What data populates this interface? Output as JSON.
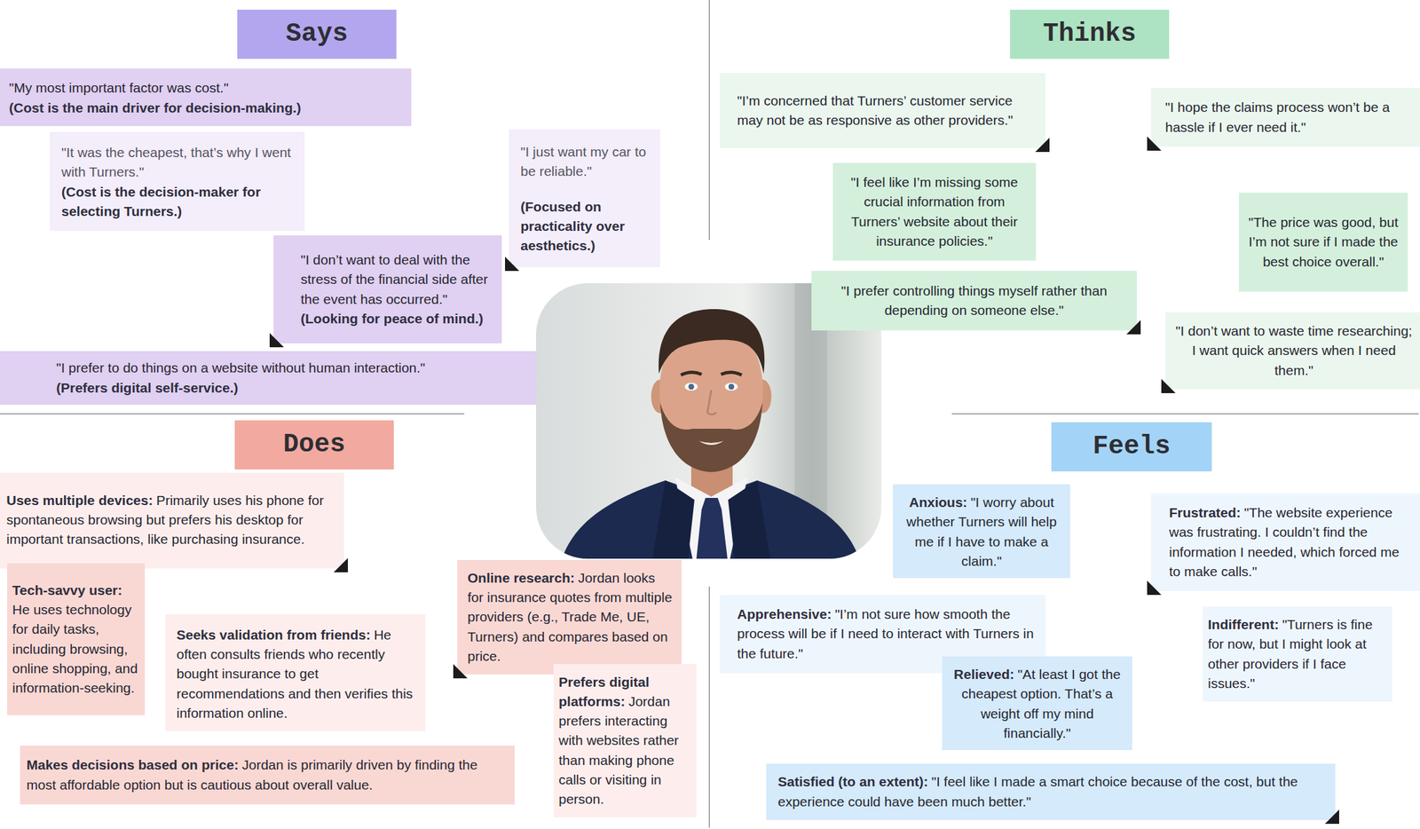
{
  "diagram": {
    "nodes": [
      {
        "text": [
          "Says"
        ]
      },
      {
        "text": [
          "\"My most important factor was cost.\"",
          "(Cost is the main driver for decision-making.)"
        ]
      },
      {
        "text": [
          "\"It was the cheapest, that’s why I went with Turners.\"",
          "(Cost is the decision-maker for selecting Turners.)"
        ]
      },
      {
        "text": [
          "\"I just want my car to be reliable.\"",
          "(Focused on practicality over aesthetics.)"
        ]
      },
      {
        "text": [
          "\"I don’t want to deal with the stress of the financial side after the event has occurred.\"",
          "(Looking for peace of mind.)"
        ]
      },
      {
        "text": [
          "\"I prefer to do things on a website without human interaction.\"",
          "(Prefers digital self-service.)"
        ]
      },
      {
        "text": [
          "Thinks"
        ]
      },
      {
        "text": [
          "\"I’m concerned that Turners’ customer service may not be as responsive as other providers.\""
        ]
      },
      {
        "text": [
          "\"I hope the claims process won’t be a hassle if I ever need it.\""
        ]
      },
      {
        "text": [
          "\"I feel like I’m missing some crucial information from Turners’ website about their insurance policies.\""
        ]
      },
      {
        "text": [
          "\"The price was good, but I’m not sure if I made the best choice overall.\""
        ]
      },
      {
        "text": [
          "\"I prefer controlling things myself rather than depending on someone else.\""
        ]
      },
      {
        "text": [
          "\"I don’t want to waste time researching; I want quick answers when I need them.\""
        ]
      },
      {
        "text": [
          "Does"
        ]
      },
      {
        "text": [
          "Uses multiple devices:",
          "Primarily uses his phone for spontaneous browsing but prefers his desktop for important transactions, like purchasing insurance."
        ]
      },
      {
        "text": [
          "Tech-savvy user:",
          "He uses technology for daily tasks, including browsing, online shopping, and information-seeking."
        ]
      },
      {
        "text": [
          "Online research:",
          "Jordan looks for insurance quotes from multiple providers (e.g., Trade Me, UE, Turners) and compares based on price."
        ]
      },
      {
        "text": [
          "Seeks validation from friends:",
          "He often consults friends who recently bought insurance to get recommendations and then verifies this information online."
        ]
      },
      {
        "text": [
          "Prefers digital platforms:",
          "Jordan prefers interacting with websites rather than making phone calls or visiting in person."
        ]
      },
      {
        "text": [
          "Makes decisions based on price:",
          "Jordan is primarily driven by finding the most affordable option but is cautious about overall value."
        ]
      },
      {
        "text": [
          "Feels"
        ]
      },
      {
        "text": [
          "Anxious:",
          "\"I worry about whether Turners will help me if I have to make a claim.\""
        ]
      },
      {
        "text": [
          "Frustrated:",
          "\"The website experience was frustrating. I couldn’t find the information I needed, which forced me to make calls.\""
        ]
      },
      {
        "text": [
          "Apprehensive:",
          "\"I’m not sure how smooth the process will be if I need to interact with Turners in the future.\""
        ]
      },
      {
        "text": [
          "Indifferent:",
          "\"Turners is fine for now, but I might look at other providers if I face issues.\""
        ]
      },
      {
        "text": [
          "Relieved:",
          "\"At least I got the cheapest option. That’s a weight off my mind financially.\""
        ]
      },
      {
        "text": [
          "Satisfied (to an extent):",
          "\"I feel like I made a smart choice because of the cost, but the experience could have been much better.\""
        ]
      }
    ],
    "edges": []
  }
}
